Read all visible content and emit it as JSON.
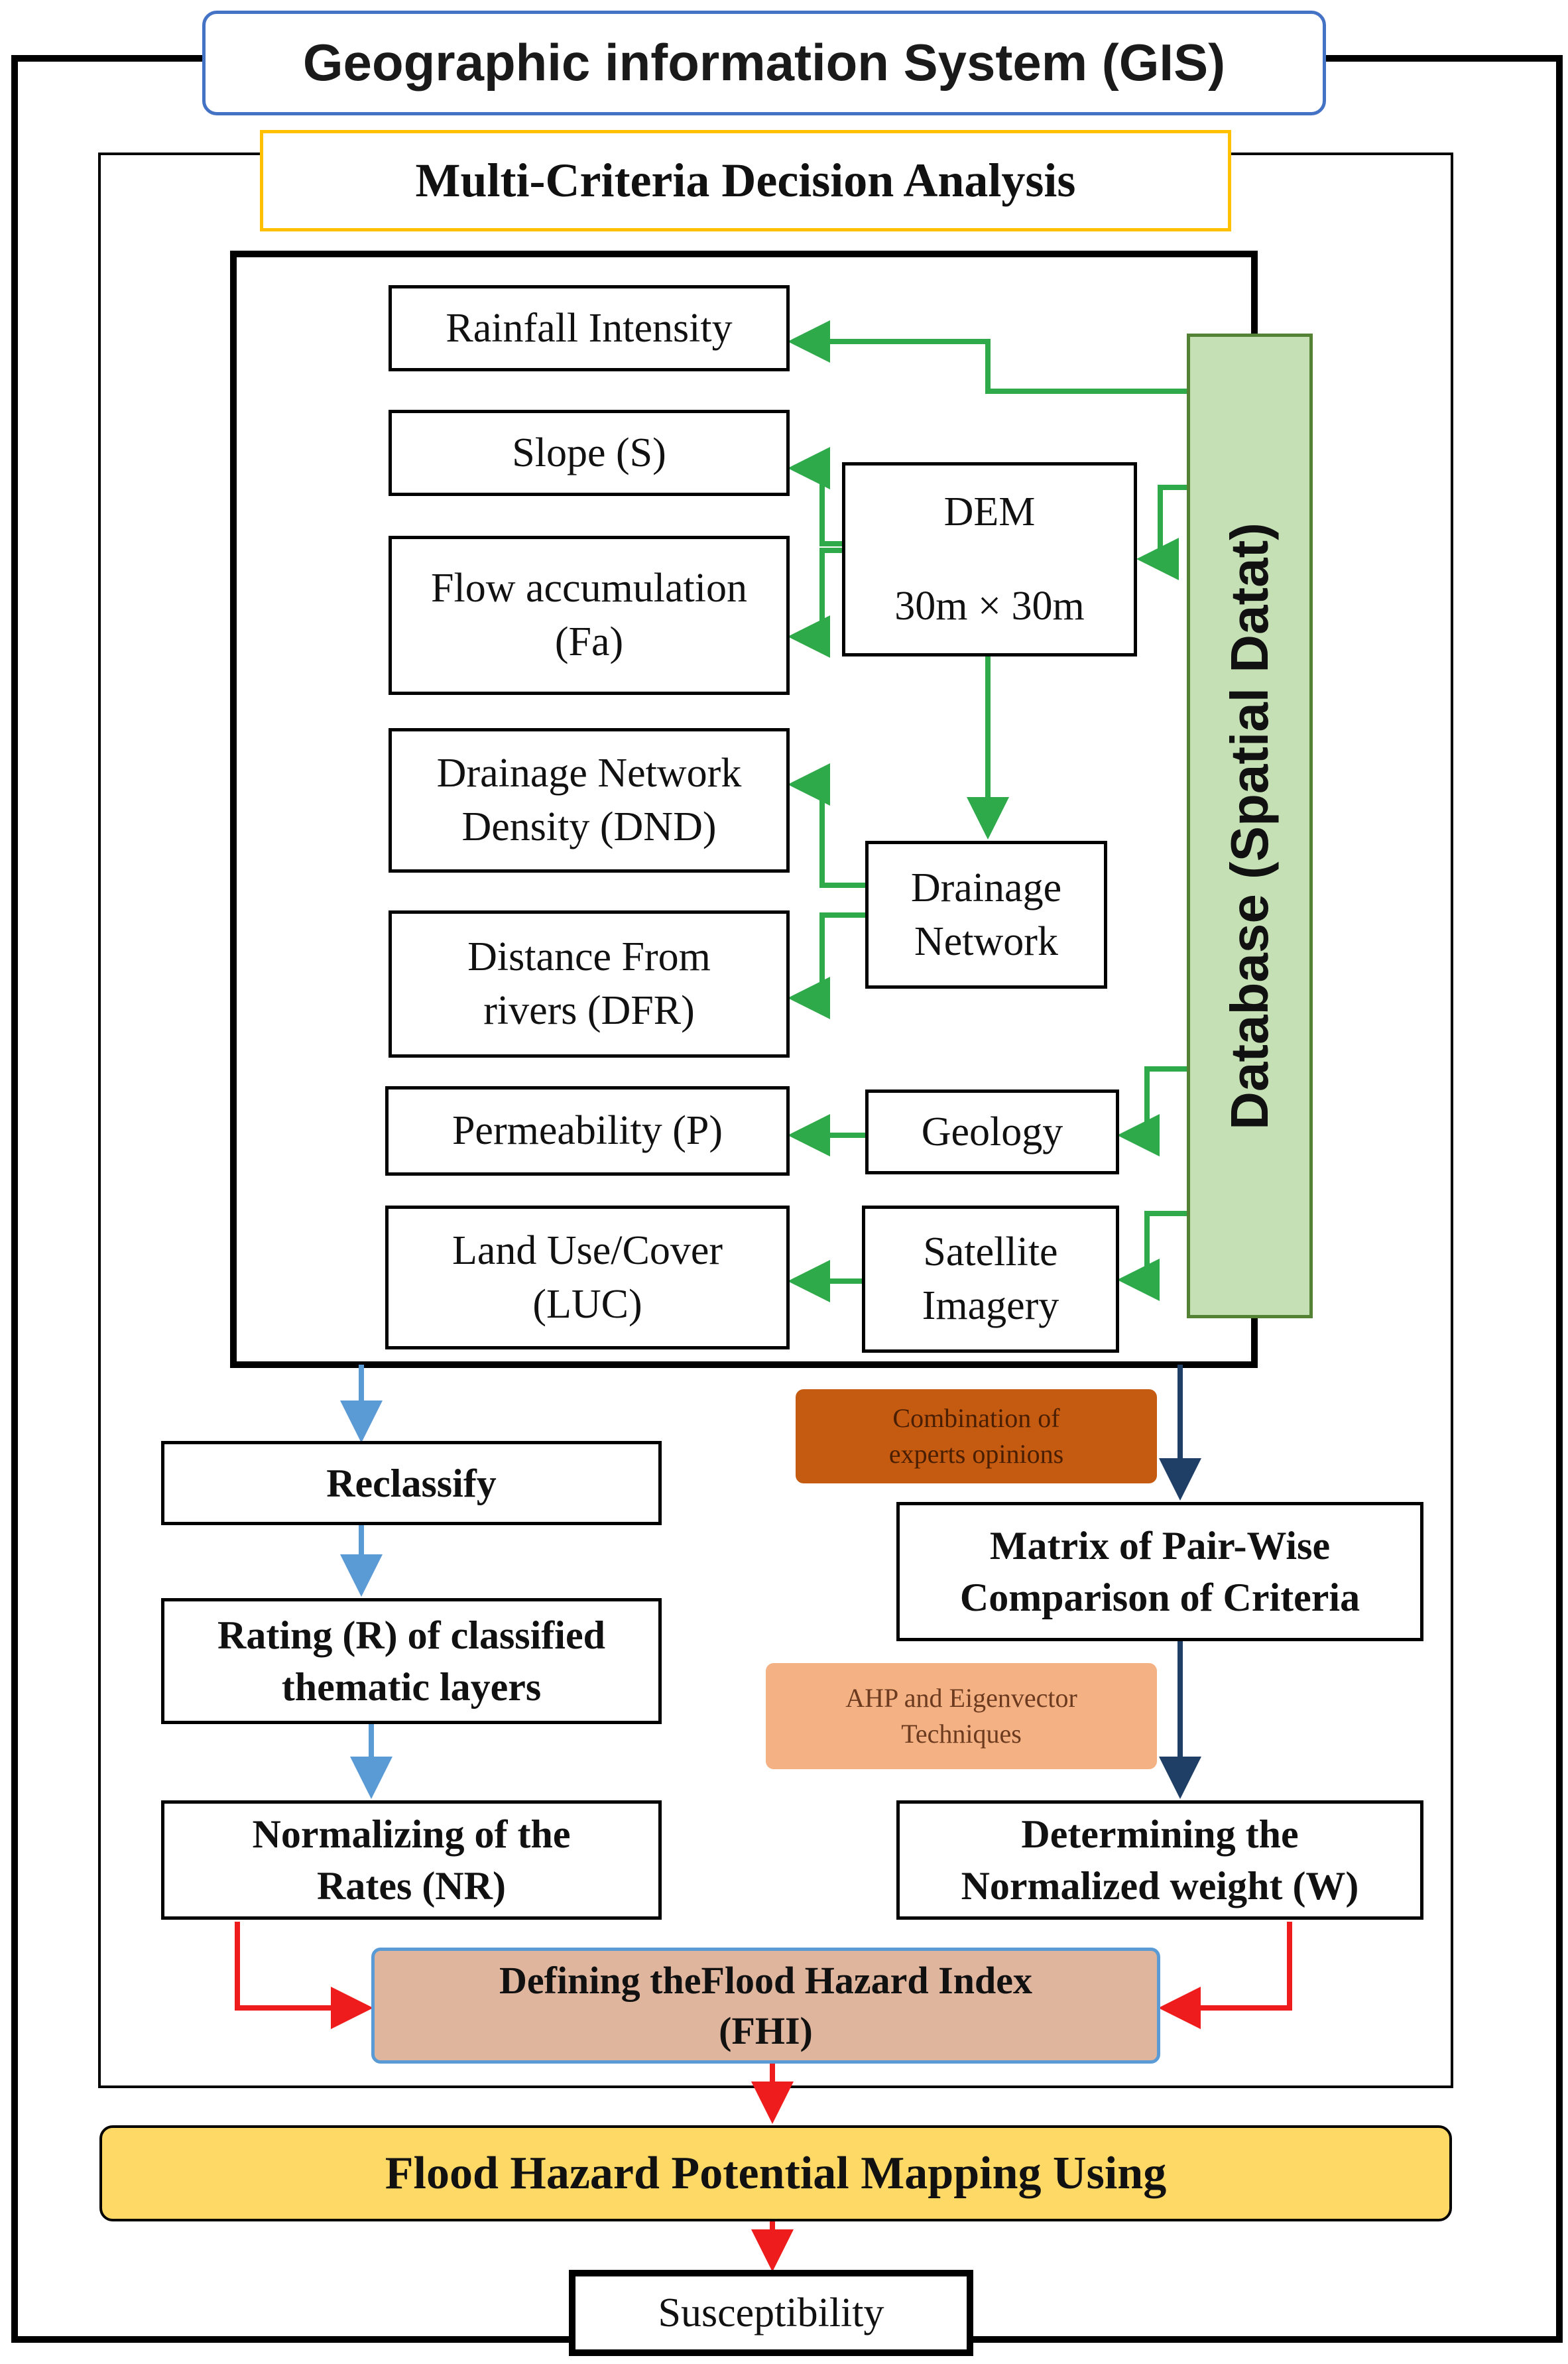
{
  "title": "Geographic information System (GIS)",
  "mcda": "Multi-Criteria Decision Analysis",
  "database": "Database (Spatial Datat)",
  "criteria": {
    "rainfall": "Rainfall Intensity",
    "slope": "Slope (S)",
    "flow": "Flow accumulation\n(Fa)",
    "dnd": "Drainage Network\nDensity (DND)",
    "dfr": "Distance From\nrivers (DFR)",
    "perm": "Permeability (P)",
    "luc": "Land Use/Cover\n(LUC)"
  },
  "sources": {
    "dem": "DEM\n\n30m × 30m",
    "drainage": "Drainage\nNetwork",
    "geology": "Geology",
    "satellite": "Satellite\nImagery"
  },
  "left_chain": {
    "reclassify": "Reclassify",
    "rating": "Rating (R) of classified\nthematic layers",
    "normalizing": "Normalizing of the\nRates (NR)"
  },
  "right_chain": {
    "experts": "Combination  of\nexperts opinions",
    "matrix": "Matrix of Pair-Wise\nComparison of Criteria",
    "ahp": "AHP and Eigenvector\nTechniques",
    "weight": "Determining the\nNormalized weight (W)"
  },
  "fhi": "Defining theFlood Hazard Index\n(FHI)",
  "mapping": "Flood Hazard Potential Mapping Using",
  "susceptibility": "Susceptibility",
  "colors": {
    "green_arrow": "#2eaa4a",
    "blue_arrow": "#5b9bd5",
    "navy_arrow": "#1f3f66",
    "red_arrow": "#ee1c1c",
    "database_fill": "#c5e0b4",
    "database_border": "#548235",
    "gis_border": "#4472c4",
    "mcda_border": "#ffc000",
    "fhi_fill": "#e0b59e",
    "fhi_border": "#5b9bd5",
    "mapping_fill": "#ffd966",
    "experts_fill": "#c55a11",
    "ahp_fill": "#f4b183"
  }
}
